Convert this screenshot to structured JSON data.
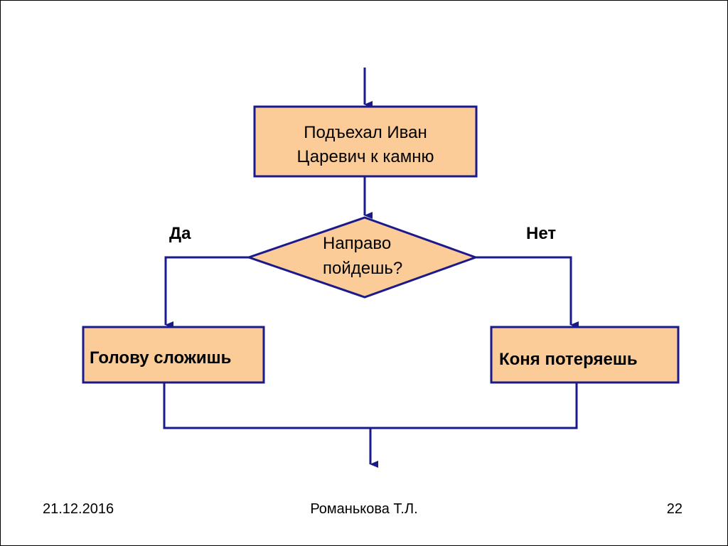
{
  "diagram": {
    "process_box": {
      "line1": "Подъехал Иван",
      "line2": "Царевич к камню"
    },
    "decision": {
      "line1": "Направо",
      "line2": "пойдешь?"
    },
    "branch_yes_label": "Да",
    "branch_no_label": "Нет",
    "yes_box": "Голову сложишь",
    "no_box": "Коня потеряешь",
    "colors": {
      "box_fill": "#fbcc98",
      "line": "#1a1a8c"
    }
  },
  "footer": {
    "date": "21.12.2016",
    "author": "Романькова Т.Л.",
    "page_number": "22"
  }
}
